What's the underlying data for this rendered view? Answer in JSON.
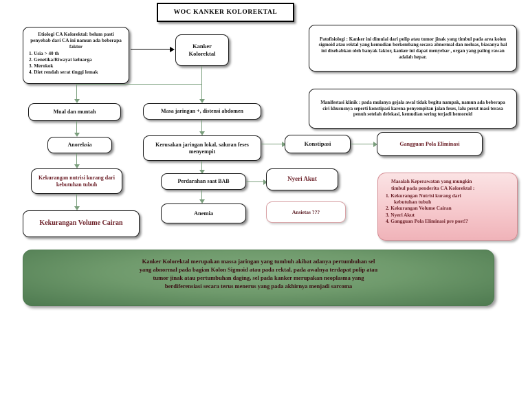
{
  "title": {
    "text": "WOC KANKER KOLOREKTAL"
  },
  "etiology": {
    "heading": "Etiologi CA Kolorektal: belum pasti penyebab dari CA ini namun ada beberapa faktor",
    "items": [
      "1. Usia > 40 th",
      "2. Genetika/Riwayat keluarga",
      "3. Merokok",
      "4. Diet rendah serat tinggi lemak"
    ]
  },
  "nodes": {
    "kanker": "Kanker Kolorektal",
    "mual": "Mual dan muntah",
    "anoreksia": "Anoreksia",
    "nutrisi": "Kekurangan nutrisi kurang dari kebutuhan tubuh",
    "volume_cairan": "Kekurangan Volume Cairan",
    "masa_jaringan": "Masa jaringan +, distensi abdomen",
    "kerusakan": "Kerusakan jaringan lokal, saluran feses menyempit",
    "perdarahan": "Perdarahan saat BAB",
    "anemia": "Anemia",
    "konstipasi": "Konstipasi",
    "eliminasi": "Gangguan Pola Eliminasi",
    "nyeri": "Nyeri Akut",
    "ansietas": "Ansietas ???"
  },
  "patofisiologi": {
    "text": "Patofisiologi : Kanker ini dimulai dari polip atau tumor jinak yang timbul pada area kolon sigmoid atau rektal yang kemudian berkembang secara abnormal dan meluas, biasanya hal ini disebabkan oleh banyak faktor, kanker ini dapat menyebar , organ yang paling rawan adalah hepar."
  },
  "manifestasi": {
    "text": "Manifestasi klinik : pada mulanya gejala awal tidak begitu nampak, namun ada beberapa ciri khususnya seperti konstipasi karena penyempitan jalan feses, lalu perut masi terasa penuh setelah defekasi, kemudian sering terjadi hemoroid"
  },
  "masalah": {
    "heading_line1": "Masalah Keperawatan yang mungkin",
    "heading_line2": "timbul pada penderita CA Kolorektal :",
    "items": [
      {
        "main": "1. Kekurangan Nutrisi kurang dari",
        "sub": "kebutuhan tubuh"
      },
      {
        "main": "2. Kekurangan Volume Cairan",
        "sub": ""
      },
      {
        "main": "3. Nyeri Akut",
        "sub": ""
      },
      {
        "main": "4. Gangguan Pola Eliminasi    pre post!?",
        "sub": ""
      }
    ]
  },
  "summary": {
    "line1": "Kanker Kolorektal merupakan massa jaringan yang tumbuh akibat adanya pertumbuhan sel",
    "line2": "yang abnormal pada bagian Kolon Sigmoid atau pada rektal, pada awalnya terdapat polip atau",
    "line3": "tumor jinak atau pertumbuhan daging, sel pada kanker merupakan neoplasma yang",
    "line4": "berdiferensiasi secara terus menerus yang pada akhirnya menjadi sarcoma"
  },
  "colors": {
    "connector_green": "#7a9e7c",
    "maroon_text": "#6b1f27",
    "pink_fill": "#f6c9cd",
    "green_fill": "#6f9a6c"
  }
}
